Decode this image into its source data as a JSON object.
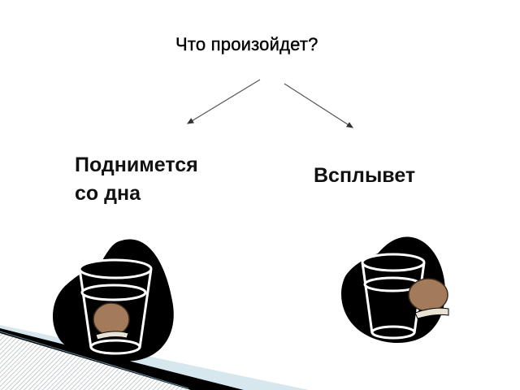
{
  "slide": {
    "question": "Что произойдет?",
    "options": [
      {
        "line1": "Поднимется",
        "line2": "со дна"
      },
      {
        "line1": "Всплывет"
      }
    ],
    "illustrations": [
      {
        "name": "glass-with-potato-at-bottom",
        "potato_position": "bottom"
      },
      {
        "name": "glass-with-potato-floating",
        "potato_position": "surface"
      }
    ]
  },
  "colors": {
    "text": "#000000",
    "blob": "#000000",
    "potato": "#a47b5a",
    "stripe_blue": "#d6e7ee",
    "stripe_black": "#000000",
    "hatch": "#b9bec2"
  }
}
